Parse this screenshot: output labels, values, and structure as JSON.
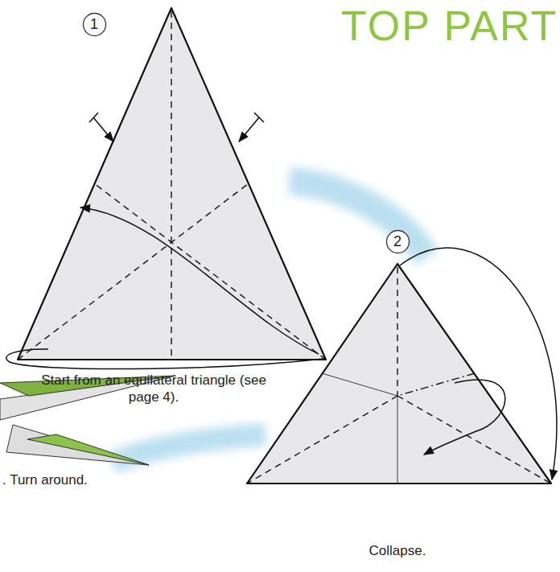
{
  "diagram": {
    "title": "TOP PART",
    "nodes": [
      {
        "text": [
          "1"
        ]
      },
      {
        "text": [
          "2"
        ]
      }
    ],
    "labels": [
      "Start from an equilateral triangle (see page 4).",
      ". Turn around.",
      "Collapse."
    ]
  }
}
